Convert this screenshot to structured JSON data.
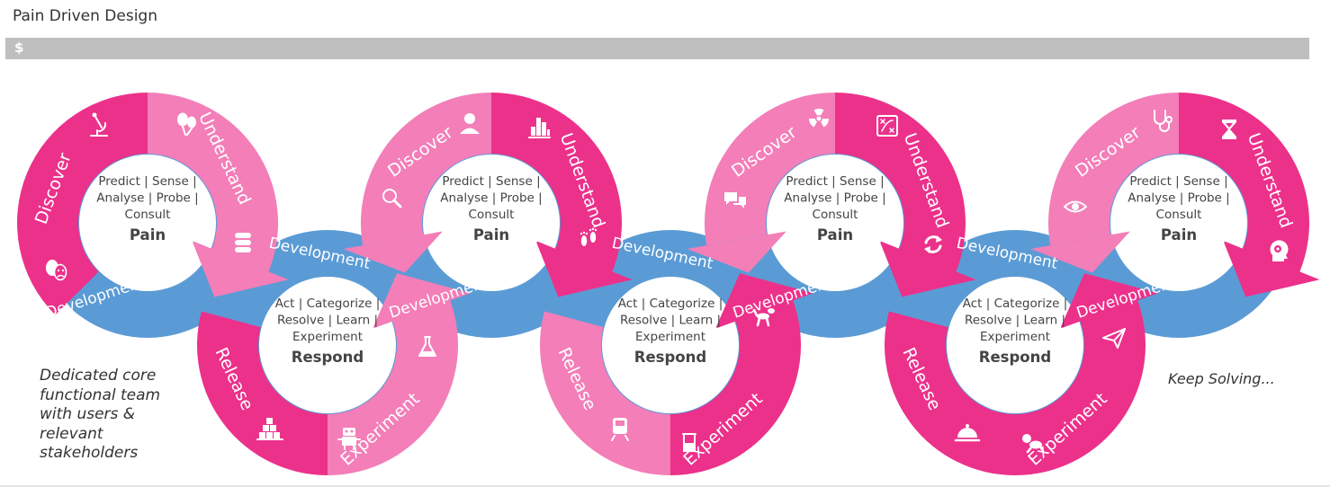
{
  "header": {
    "title": "Pain Driven Design"
  },
  "banner": {
    "symbol": "$"
  },
  "notes": {
    "team": "Dedicated core functional team with users & relevant stakeholders",
    "keep_solving": "Keep Solving..."
  },
  "labels": {
    "discover": "Discover",
    "understand": "Understand",
    "development": "Development",
    "release": "Release",
    "experiment": "Experiment"
  },
  "pain_cycle": {
    "line1": "Predict | Sense |",
    "line2": "Analyse | Probe |",
    "line3": "Consult",
    "title": "Pain"
  },
  "respond_cycle": {
    "line1": "Act | Categorize |",
    "line2": "Resolve | Learn |",
    "line3": "Experiment",
    "title": "Respond"
  },
  "colors": {
    "blue": "#5b9bd5",
    "pink_dark": "#ec318b",
    "pink_light": "#f37eb8",
    "text": "#444444"
  },
  "icons": [
    "microscope-icon",
    "balloons-icon",
    "database-icon",
    "theater-masks-icon",
    "person-icon",
    "bar-chart-icon",
    "magnifier-icon",
    "footprints-icon",
    "radiation-icon",
    "game-plan-icon",
    "chat-bubbles-icon",
    "refresh-icon",
    "stethoscope-icon",
    "hourglass-icon",
    "eye-icon",
    "brain-head-icon",
    "flask-icon",
    "robot-icon",
    "blocks-icon",
    "balloon-dog-icon",
    "beaker-icon",
    "train-icon",
    "paper-plane-icon",
    "baby-icon",
    "cloche-icon"
  ]
}
